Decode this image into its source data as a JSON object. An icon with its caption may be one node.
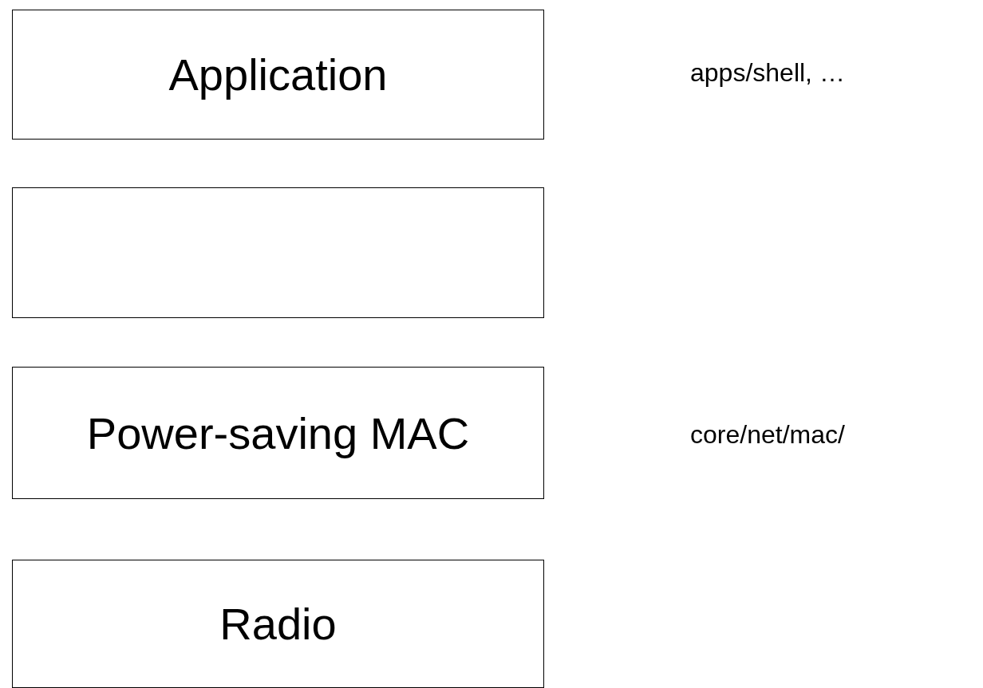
{
  "diagram": {
    "nodes": [
      {
        "text": [
          "Application"
        ]
      },
      {
        "text": [],
        "shape": "box"
      },
      {
        "text": [
          "Power-saving MAC"
        ]
      },
      {
        "text": [
          "Radio"
        ]
      }
    ],
    "labels": [
      "apps/shell, …",
      "core/net/mac/"
    ]
  }
}
